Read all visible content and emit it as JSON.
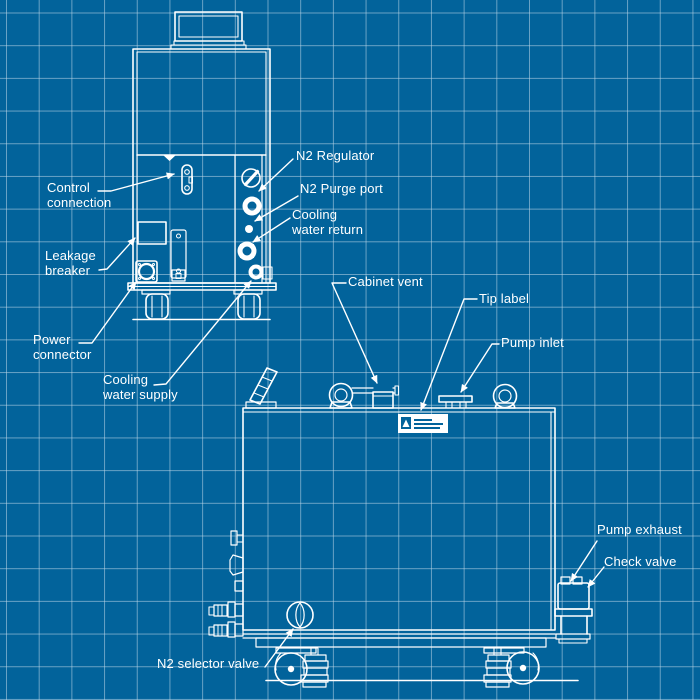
{
  "colors": {
    "background": "#02639B",
    "grid_line": "#7FA9C6",
    "line": "#FFFFFF",
    "text": "#FFFFFF"
  },
  "rear_view": {
    "labels": {
      "control_connection": "Control\nconnection",
      "leakage_breaker": "Leakage\nbreaker",
      "power_connector": "Power\nconnector",
      "cooling_water_supply": "Cooling\nwater supply",
      "n2_regulator": "N2 Regulator",
      "n2_purge_port": "N2 Purge port",
      "cooling_water_return": "Cooling\nwater return"
    }
  },
  "side_view": {
    "labels": {
      "cabinet_vent": "Cabinet vent",
      "tip_label": "Tip label",
      "pump_inlet": "Pump inlet",
      "pump_exhaust": "Pump exhaust",
      "check_valve": "Check valve",
      "n2_selector_valve": "N2 selector valve"
    }
  }
}
